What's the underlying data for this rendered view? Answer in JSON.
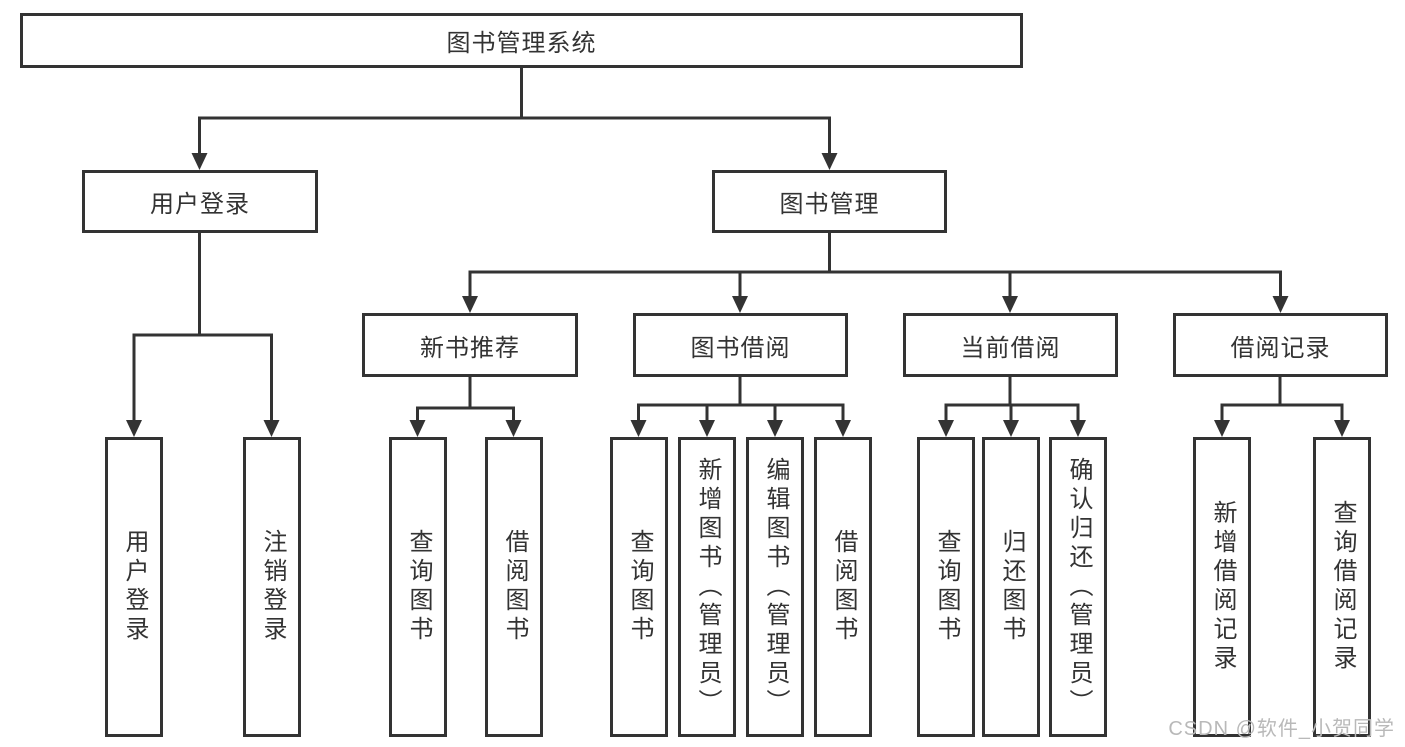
{
  "colors": {
    "line": "#333333",
    "text": "#333333",
    "watermark": "#b9b9b9",
    "bg": "#ffffff"
  },
  "nodes": {
    "root": "图书管理系统",
    "user_login": "用户登录",
    "book_mgmt": "图书管理",
    "new_book_rec": "新书推荐",
    "book_borrow": "图书借阅",
    "current_borrow": "当前借阅",
    "borrow_record": "借阅记录",
    "leaves_user_login": [
      "用户登录",
      "注销登录"
    ],
    "leaves_new_book": [
      "查询图书",
      "借阅图书"
    ],
    "leaves_book_borrow": [
      "查询图书",
      "新增图书（管理员）",
      "编辑图书（管理员）",
      "借阅图书"
    ],
    "leaves_current": [
      "查询图书",
      "归还图书",
      "确认归还（管理员）"
    ],
    "leaves_record": [
      "新增借阅记录",
      "查询借阅记录"
    ]
  },
  "watermark": "CSDN @软件_小贺同学"
}
